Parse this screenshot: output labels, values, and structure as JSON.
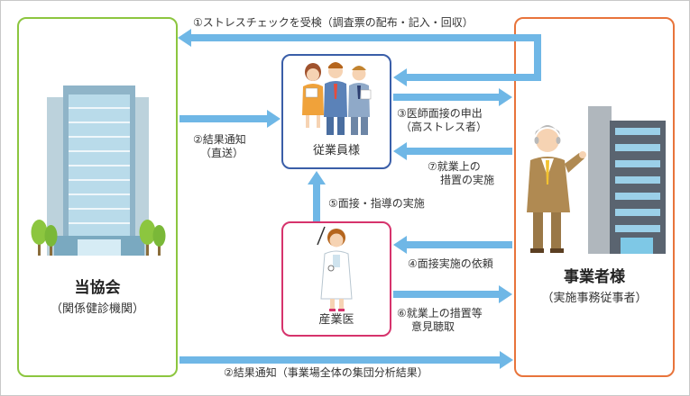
{
  "association": {
    "name": "当協会",
    "sub": "（関係健診機関）"
  },
  "employees": {
    "name": "従業員様"
  },
  "doctor": {
    "name": "産業医"
  },
  "employer": {
    "name": "事業者様",
    "sub": "（実施事務従事者）"
  },
  "flows": {
    "f1": "①ストレスチェックを受検（調査票の配布・記入・回収）",
    "f2a_line1": "②結果通知",
    "f2a_line2": "（直送）",
    "f3_line1": "③医師面接の申出",
    "f3_line2": "（高ストレス者）",
    "f7_line1": "⑦就業上の",
    "f7_line2": "措置の実施",
    "f5": "⑤面接・指導の実施",
    "f4": "④面接実施の依頼",
    "f6_line1": "⑥就業上の措置等",
    "f6_line2": "意見聴取",
    "f2b": "②結果通知（事業場全体の集団分析結果）"
  },
  "colors": {
    "association_border": "#8cc63f",
    "employees_border": "#3a5ea8",
    "doctor_border": "#d6336c",
    "employer_border": "#e8743b",
    "arrow": "#6fb7e6"
  }
}
